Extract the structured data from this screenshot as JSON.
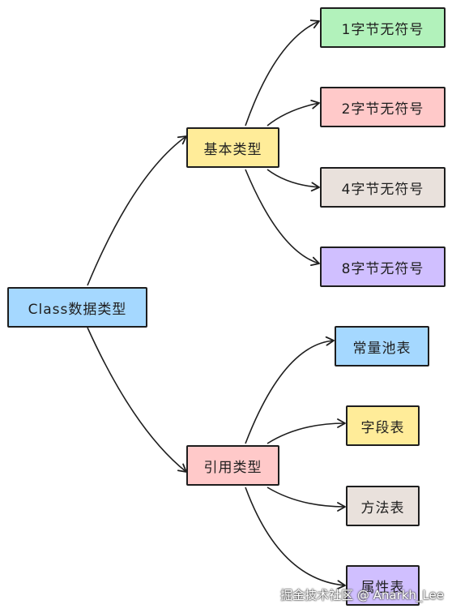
{
  "nodes": {
    "root": {
      "label": "Class数据类型",
      "color": "#a5d8ff"
    },
    "basic": {
      "label": "基本类型",
      "color": "#ffec99"
    },
    "ref": {
      "label": "引用类型",
      "color": "#ffc9c9"
    },
    "basic_children": [
      {
        "label": "1字节无符号",
        "color": "#b2f2bb"
      },
      {
        "label": "2字节无符号",
        "color": "#ffc9c9"
      },
      {
        "label": "4字节无符号",
        "color": "#e9e1dc"
      },
      {
        "label": "8字节无符号",
        "color": "#d0bfff"
      }
    ],
    "ref_children": [
      {
        "label": "常量池表",
        "color": "#a5d8ff"
      },
      {
        "label": "字段表",
        "color": "#ffec99"
      },
      {
        "label": "方法表",
        "color": "#e9e1dc"
      },
      {
        "label": "属性表",
        "color": "#d0bfff"
      }
    ]
  },
  "edges": [
    {
      "from": "root",
      "to": "basic"
    },
    {
      "from": "root",
      "to": "ref"
    },
    {
      "from": "basic",
      "to": "basic_children.0"
    },
    {
      "from": "basic",
      "to": "basic_children.1"
    },
    {
      "from": "basic",
      "to": "basic_children.2"
    },
    {
      "from": "basic",
      "to": "basic_children.3"
    },
    {
      "from": "ref",
      "to": "ref_children.0"
    },
    {
      "from": "ref",
      "to": "ref_children.1"
    },
    {
      "from": "ref",
      "to": "ref_children.2"
    },
    {
      "from": "ref",
      "to": "ref_children.3"
    }
  ],
  "watermark": "掘金技术社区 @ Anarkh_Lee",
  "stroke_color": "#1e1e1e"
}
